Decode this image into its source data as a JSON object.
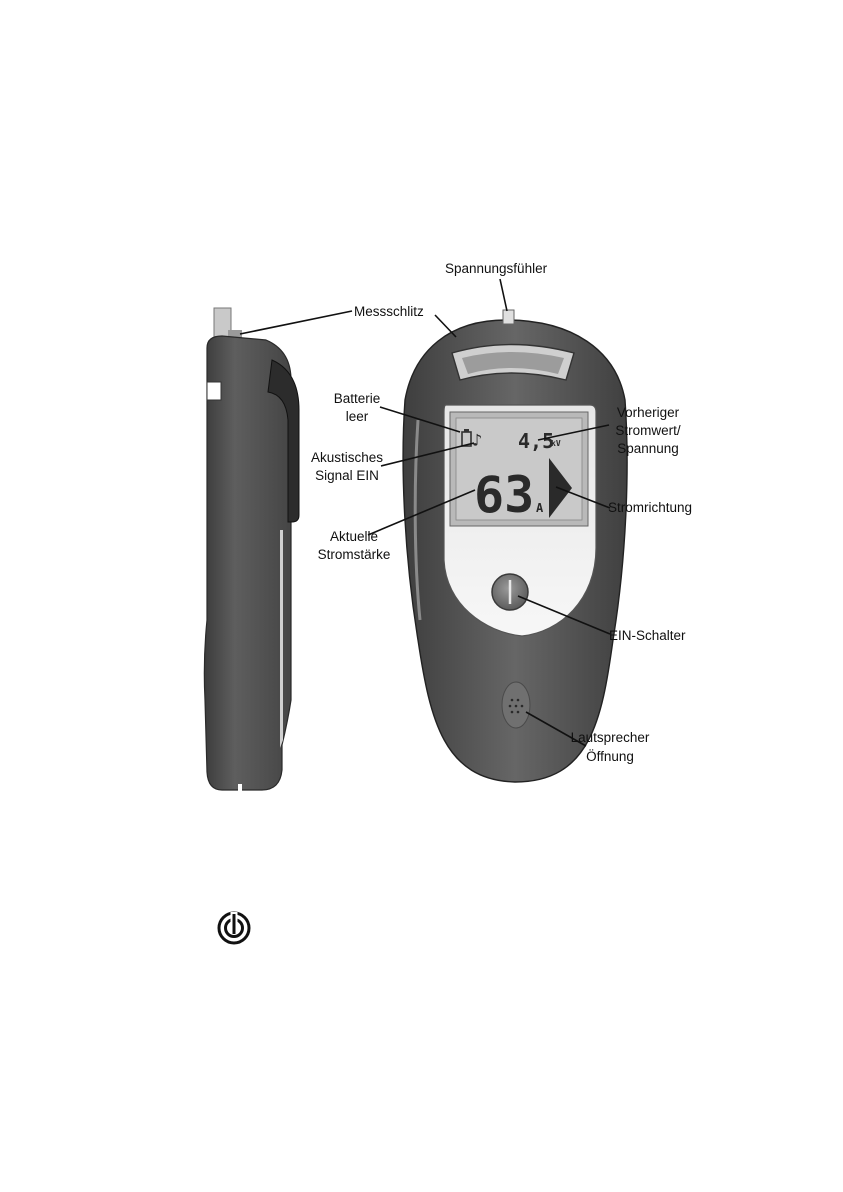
{
  "labels": {
    "spannungsfuehler": "Spannungsfühler",
    "messschlitz": "Messschlitz",
    "batterie_1": "Batterie",
    "batterie_2": "leer",
    "akustisch_1": "Akustisches",
    "akustisch_2": "Signal EIN",
    "aktuelle_1": "Aktuelle",
    "aktuelle_2": "Stromstärke",
    "vorheriger_1": "Vorheriger",
    "vorheriger_2": "Stromwert/",
    "vorheriger_3": "Spannung",
    "stromrichtung": "Stromrichtung",
    "ein_schalter": "EIN-Schalter",
    "lautsprecher_1": "Lautsprecher",
    "lautsprecher_2": "Öffnung"
  },
  "display": {
    "previous_value": "4,5",
    "previous_unit": "kV",
    "current_value": "63",
    "current_unit": "A"
  },
  "icons": {
    "power": "power-button-icon",
    "battery": "battery-empty-icon",
    "sound": "music-note-icon",
    "direction": "direction-arrow-icon"
  },
  "colors": {
    "body": "#5a5a5a",
    "body_dark": "#3a3a3a",
    "face": "#f2f2f2",
    "lcd": "#c8c8c8"
  }
}
